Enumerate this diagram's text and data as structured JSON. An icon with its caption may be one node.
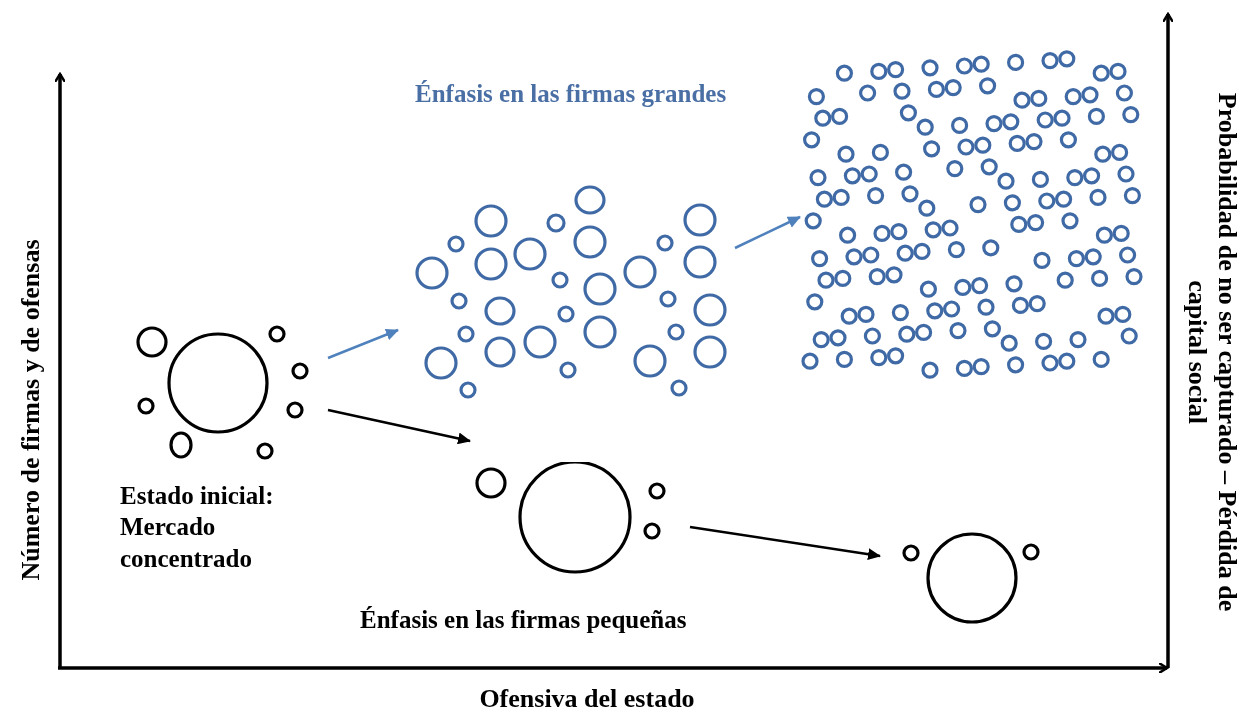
{
  "diagram": {
    "nodes": [
      {
        "text": [],
        "shape": "circle",
        "beside": [
          "Estado inicial: Mercado concentrado"
        ]
      },
      {
        "text": [],
        "shape": "circle",
        "beside": [
          "Énfasis en las firmas grandes"
        ]
      },
      {
        "text": [],
        "shape": "circle"
      },
      {
        "text": [],
        "shape": "circle",
        "beside": [
          "Énfasis en las firmas pequeñas"
        ]
      },
      {
        "text": [],
        "shape": "circle"
      }
    ],
    "edges": [
      {
        "from": 0,
        "to": 1,
        "arrow": "to",
        "color": "#4f81bd"
      },
      {
        "from": 1,
        "to": 2,
        "arrow": "to",
        "color": "#4f81bd"
      },
      {
        "from": 0,
        "to": 3,
        "arrow": "to",
        "color": "#000000"
      },
      {
        "from": 3,
        "to": 4,
        "arrow": "to",
        "color": "#000000"
      }
    ],
    "labels": [
      "Número de firmas y de ofensas",
      "Ofensiva del estado",
      "Probabilidad de no ser capturado – Pérdida de capital social"
    ]
  }
}
